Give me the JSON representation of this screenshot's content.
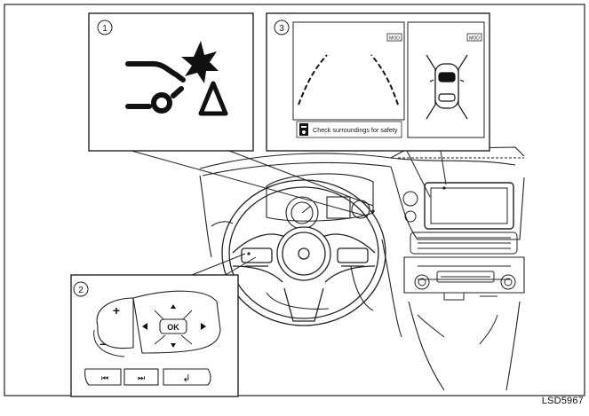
{
  "callouts": {
    "one": "1",
    "two": "2",
    "three": "3"
  },
  "screen": {
    "badge_left": "MOD",
    "badge_right": "MOD",
    "warning_text": "Check surroundings for safety"
  },
  "switches": {
    "plus": "+",
    "minus": "–",
    "ok": "OK",
    "prev": "⏮",
    "next": "⏭",
    "back": "↲"
  },
  "figure_code": "LSD5967",
  "colors": {
    "ink": "#111111",
    "line": "#222222",
    "paper": "#ffffff"
  }
}
